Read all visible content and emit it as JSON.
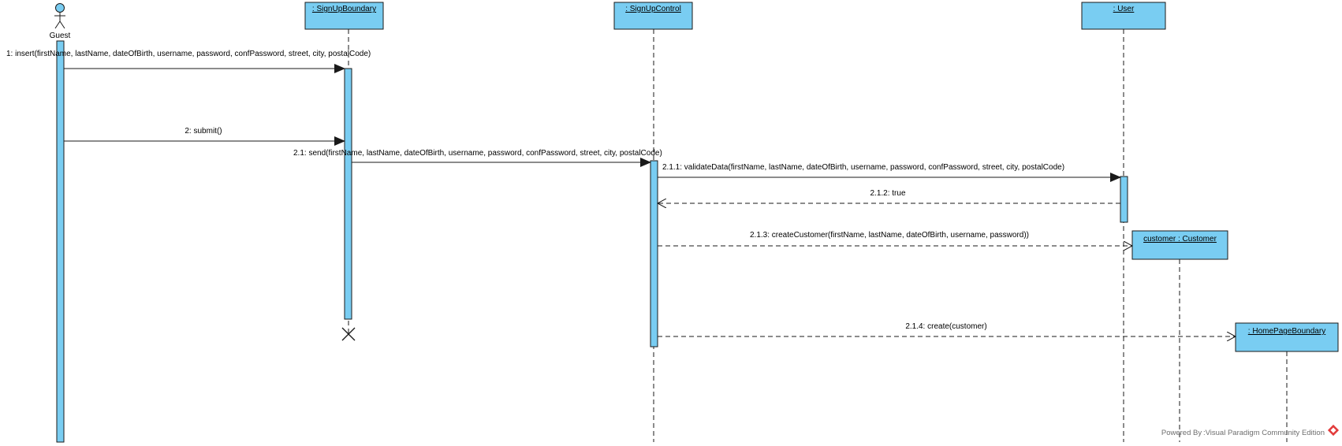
{
  "diagram": {
    "actor": {
      "label": "Guest"
    },
    "lifelines": [
      {
        "id": "signup-boundary",
        "label": ": SignUpBoundary"
      },
      {
        "id": "signup-control",
        "label": ": SignUpControl"
      },
      {
        "id": "user",
        "label": ": User"
      },
      {
        "id": "customer",
        "label": "customer : Customer"
      },
      {
        "id": "homepage-boundary",
        "label": ": HomePageBoundary"
      }
    ],
    "messages": [
      {
        "id": "m1",
        "label": "1: insert(firstName, lastName, dateOfBirth, username, password, confPassword, street, city, postalCode)",
        "kind": "sync",
        "from": "guest",
        "to": "signup-boundary"
      },
      {
        "id": "m2",
        "label": "2: submit()",
        "kind": "sync",
        "from": "guest",
        "to": "signup-boundary"
      },
      {
        "id": "m21",
        "label": "2.1: send(firstName, lastName, dateOfBirth, username, password, confPassword, street, city, postalCode)",
        "kind": "sync",
        "from": "signup-boundary",
        "to": "signup-control"
      },
      {
        "id": "m211",
        "label": "2.1.1: validateData(firstName, lastName, dateOfBirth, username, password, confPassword, street, city, postalCode)",
        "kind": "sync",
        "from": "signup-control",
        "to": "user"
      },
      {
        "id": "m212",
        "label": "2.1.2: true",
        "kind": "return",
        "from": "user",
        "to": "signup-control"
      },
      {
        "id": "m213",
        "label": "2.1.3: createCustomer(firstName, lastName, dateOfBirth, username, password))",
        "kind": "create",
        "from": "signup-control",
        "to": "customer"
      },
      {
        "id": "m214",
        "label": "2.1.4: create(customer)",
        "kind": "create",
        "from": "signup-control",
        "to": "homepage-boundary"
      }
    ],
    "destroy": {
      "target": "signup-boundary"
    },
    "colors": {
      "fill": "#79cdf2",
      "stroke": "#1a1a1a",
      "watermark": "#6e6e6e",
      "logo": "#e23b3b"
    }
  },
  "watermark": {
    "text": "Powered By :Visual Paradigm Community Edition"
  }
}
